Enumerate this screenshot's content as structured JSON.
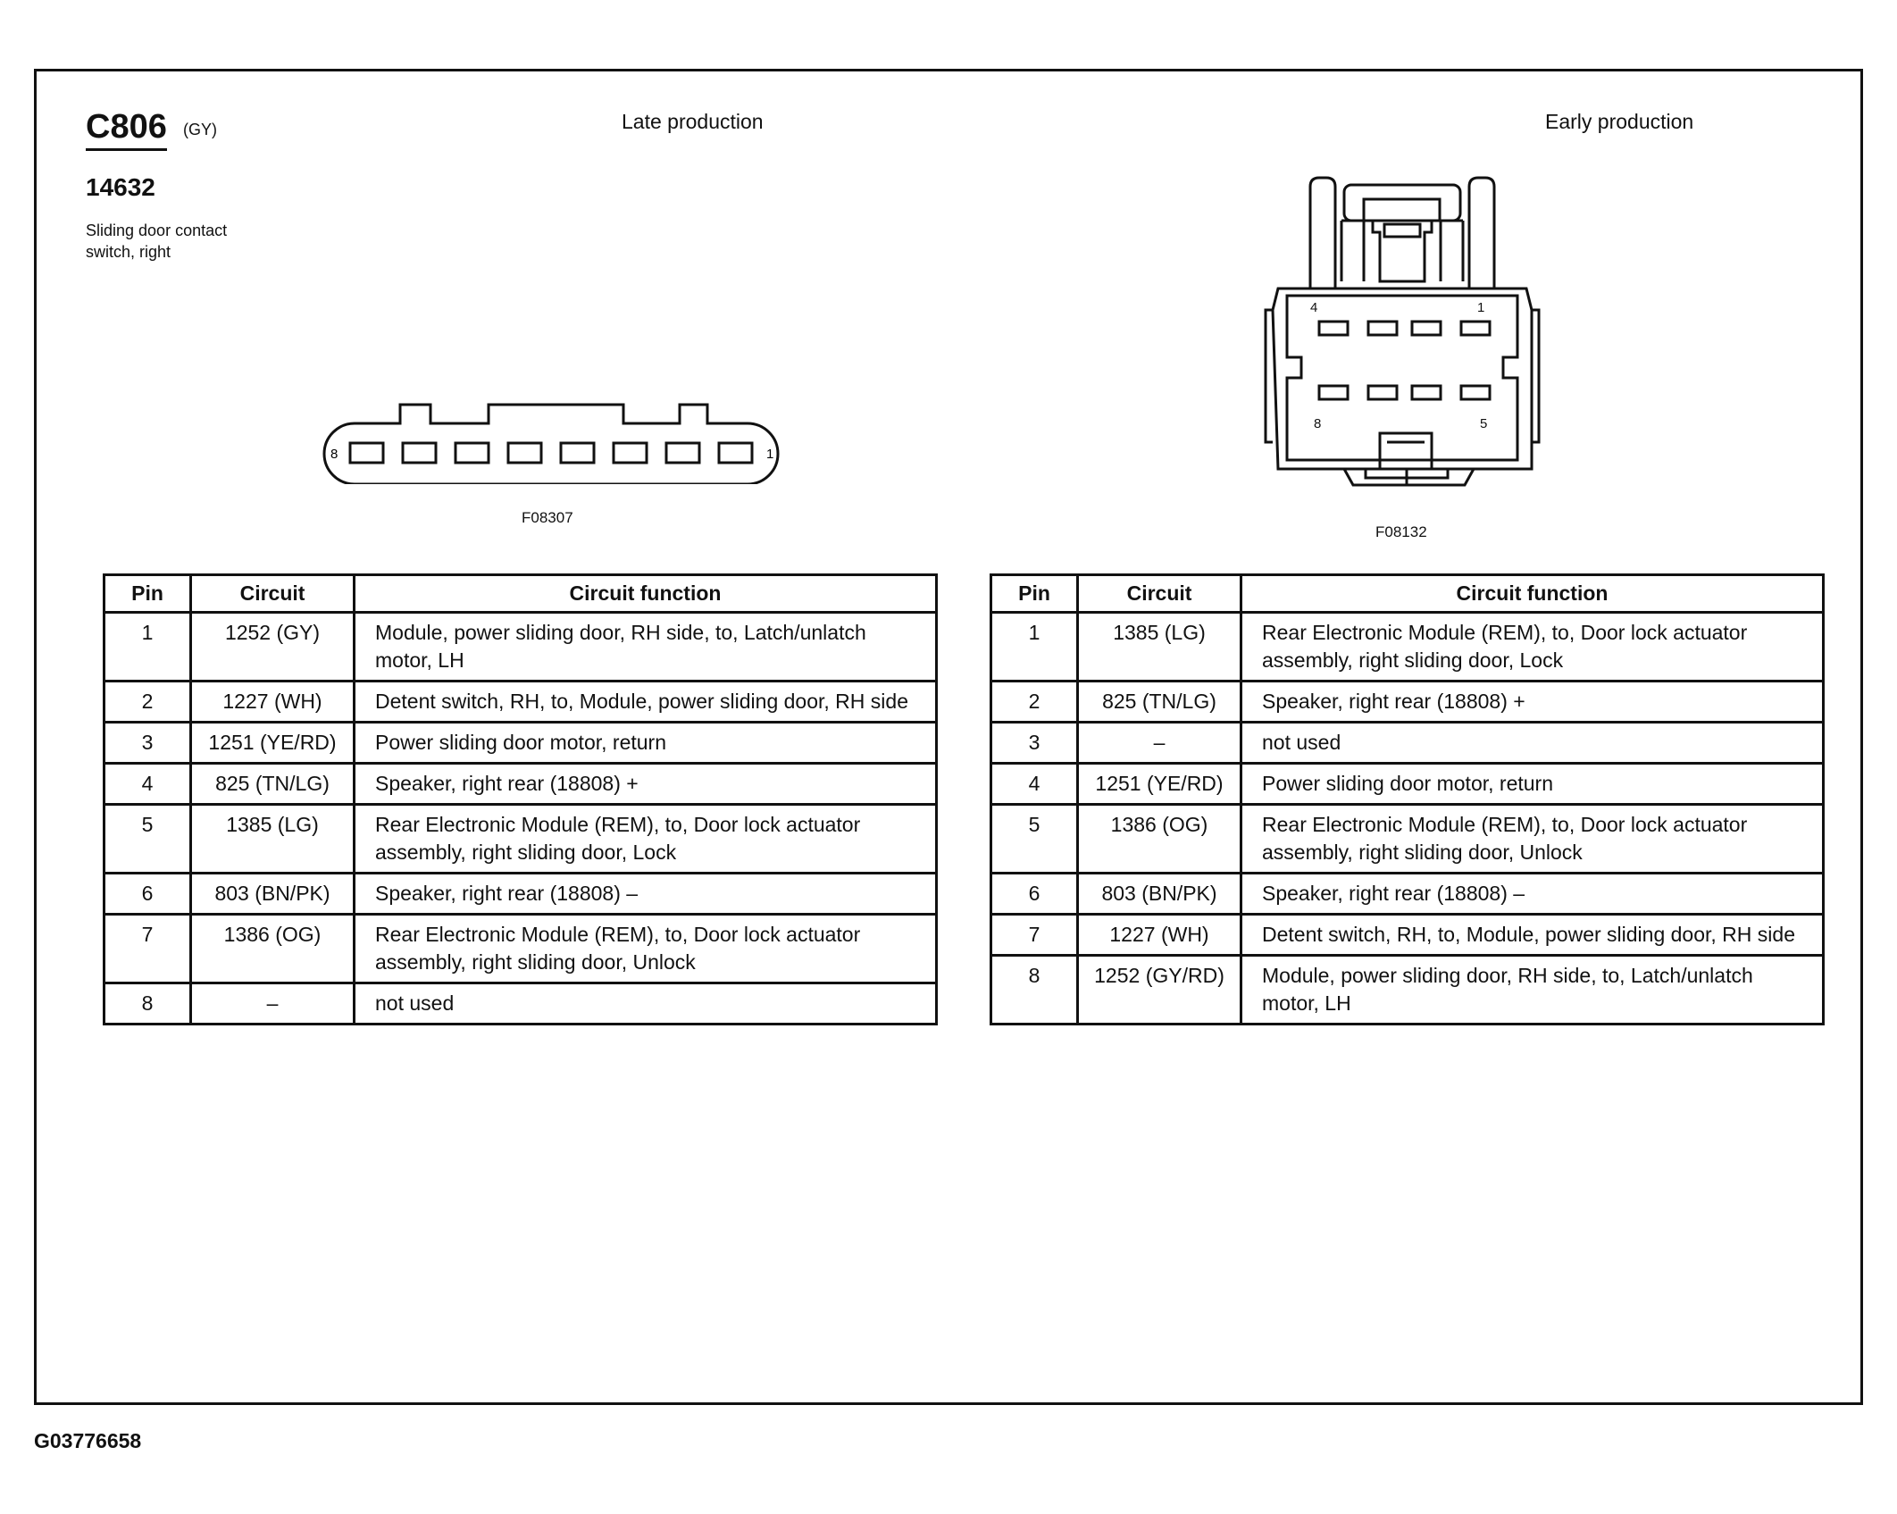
{
  "connector": {
    "id": "C806",
    "color_code": "(GY)",
    "part_number": "14632",
    "description_line1": "Sliding door contact",
    "description_line2": "switch, right"
  },
  "late_production": {
    "label": "Late production",
    "figure_code": "F08307",
    "pin_label_left": "8",
    "pin_label_right": "1",
    "table": {
      "headers": [
        "Pin",
        "Circuit",
        "Circuit function"
      ],
      "rows": [
        {
          "pin": "1",
          "circuit": "1252 (GY)",
          "function": "Module, power sliding door, RH side, to, Latch/unlatch motor, LH"
        },
        {
          "pin": "2",
          "circuit": "1227 (WH)",
          "function": "Detent switch, RH, to, Module, power sliding door, RH side"
        },
        {
          "pin": "3",
          "circuit": "1251 (YE/RD)",
          "function": "Power sliding door motor, return"
        },
        {
          "pin": "4",
          "circuit": "825 (TN/LG)",
          "function": "Speaker, right rear (18808) +"
        },
        {
          "pin": "5",
          "circuit": "1385 (LG)",
          "function": "Rear Electronic Module (REM), to, Door lock actuator assembly, right sliding door, Lock"
        },
        {
          "pin": "6",
          "circuit": "803 (BN/PK)",
          "function": "Speaker, right rear (18808) –"
        },
        {
          "pin": "7",
          "circuit": "1386 (OG)",
          "function": "Rear Electronic Module (REM), to, Door lock actuator assembly, right sliding door, Unlock"
        },
        {
          "pin": "8",
          "circuit": "–",
          "function": "not used"
        }
      ]
    }
  },
  "early_production": {
    "label": "Early production",
    "figure_code": "F08132",
    "pin_label_top_left": "4",
    "pin_label_top_right": "1",
    "pin_label_bottom_left": "8",
    "pin_label_bottom_right": "5",
    "table": {
      "headers": [
        "Pin",
        "Circuit",
        "Circuit function"
      ],
      "rows": [
        {
          "pin": "1",
          "circuit": "1385 (LG)",
          "function": "Rear Electronic Module (REM), to, Door lock actuator assembly, right sliding door, Lock"
        },
        {
          "pin": "2",
          "circuit": "825 (TN/LG)",
          "function": "Speaker, right rear (18808) +"
        },
        {
          "pin": "3",
          "circuit": "–",
          "function": "not used"
        },
        {
          "pin": "4",
          "circuit": "1251 (YE/RD)",
          "function": "Power sliding door motor, return"
        },
        {
          "pin": "5",
          "circuit": "1386 (OG)",
          "function": "Rear Electronic Module (REM), to, Door lock actuator assembly, right sliding door, Unlock"
        },
        {
          "pin": "6",
          "circuit": "803 (BN/PK)",
          "function": "Speaker, right rear (18808) –"
        },
        {
          "pin": "7",
          "circuit": "1227 (WH)",
          "function": "Detent switch, RH, to, Module, power sliding door, RH side"
        },
        {
          "pin": "8",
          "circuit": "1252 (GY/RD)",
          "function": "Module, power sliding door, RH side, to, Latch/unlatch motor, LH"
        }
      ]
    }
  },
  "graphic_code": "G03776658"
}
